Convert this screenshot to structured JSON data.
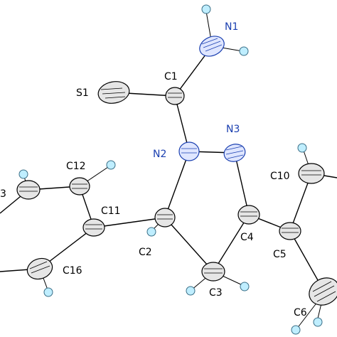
{
  "labels": {
    "N1": "N1",
    "C1": "C1",
    "S1": "S1",
    "N3": "N3",
    "N2": "N2",
    "C12": "C12",
    "C10": "C10",
    "C11": "C11",
    "C4": "C4",
    "C2": "C2",
    "C5": "C5",
    "C16": "C16",
    "C3": "C3",
    "C6": "C6",
    "C13_partial": "3"
  },
  "colors": {
    "carbon": "#000000",
    "nitrogen": "#1a3fb0",
    "hydrogen": "#bfeeff"
  }
}
